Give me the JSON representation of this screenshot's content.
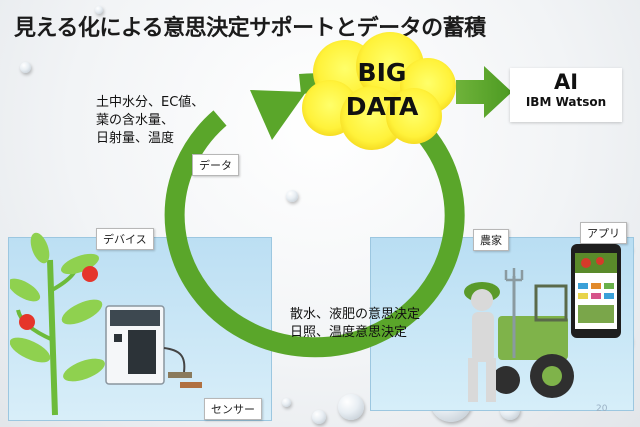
{
  "title": "見える化による意思決定サポートとデータの蓄積",
  "cloud": {
    "line1": "BIG",
    "line2": "DATA"
  },
  "ai": {
    "title": "AI",
    "subtitle": "IBM Watson"
  },
  "data_items": [
    "土中水分、EC値、",
    "葉の含水量、",
    "日射量、温度"
  ],
  "labels": {
    "data": "データ",
    "device": "デバイス",
    "sensor": "センサー",
    "farmer": "農家",
    "app": "アプリ"
  },
  "decisions": [
    "散水、液肥の意思決定",
    "日照、温度意思決定"
  ],
  "page_number": "20",
  "colors": {
    "arrow_green": "#5aa62a",
    "cloud_yellow": "#fff23a",
    "panel_blue": "#c7e6f6"
  }
}
